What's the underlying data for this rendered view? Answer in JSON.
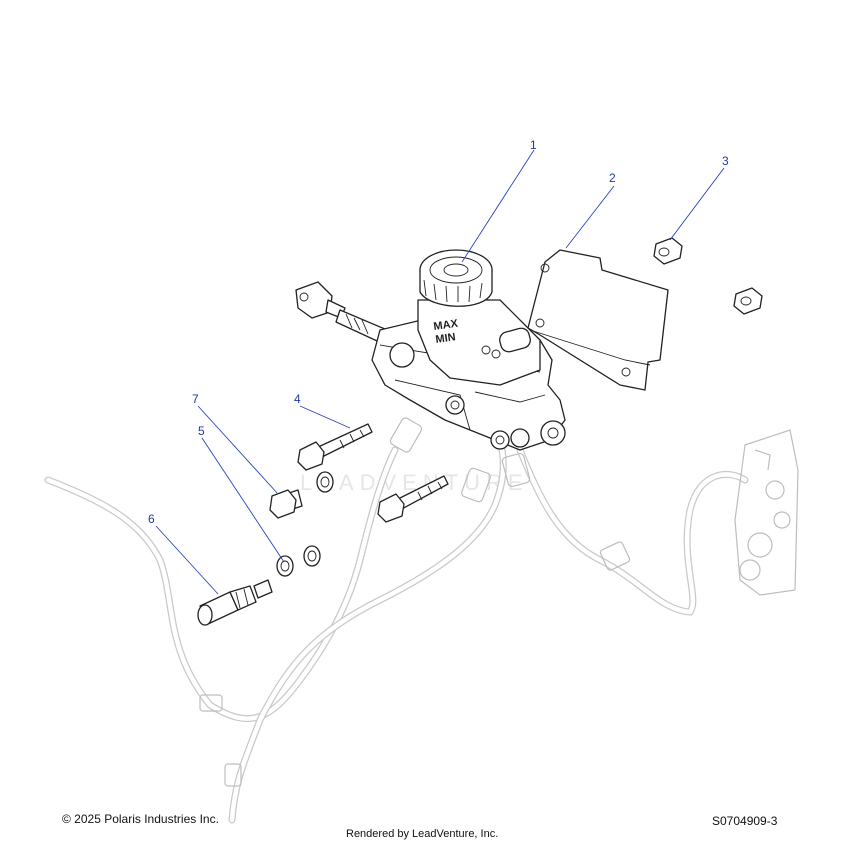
{
  "diagram": {
    "callouts": [
      {
        "id": "1",
        "label": "1"
      },
      {
        "id": "2",
        "label": "2"
      },
      {
        "id": "3",
        "label": "3"
      },
      {
        "id": "4",
        "label": "4"
      },
      {
        "id": "5",
        "label": "5"
      },
      {
        "id": "6",
        "label": "6"
      },
      {
        "id": "7",
        "label": "7"
      }
    ],
    "reservoir_markings": {
      "max": "MAX",
      "min": "MIN"
    },
    "watermark": "LEADVENTURE"
  },
  "footer": {
    "copyright": "© 2025 Polaris Industries Inc.",
    "figure_id": "S0704909-3",
    "rendered_by": "Rendered by LeadVenture, Inc."
  },
  "colors": {
    "callout": "#1f3aa8",
    "line": "#222222",
    "ghost": "#c9c9c9"
  }
}
